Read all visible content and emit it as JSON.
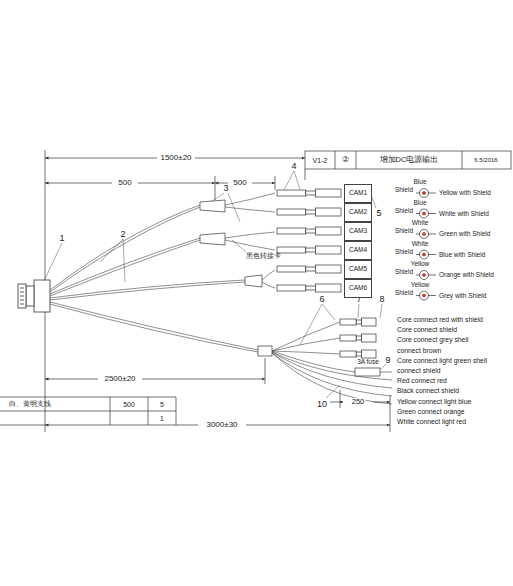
{
  "diagram": {
    "nodes": [
      {
        "text": [
          "CAM1"
        ]
      },
      {
        "text": [
          "CAM2"
        ]
      },
      {
        "text": [
          "CAM3"
        ]
      },
      {
        "text": [
          "CAM4"
        ]
      },
      {
        "text": [
          "CAM5"
        ]
      },
      {
        "text": [
          "CAM6"
        ]
      }
    ],
    "labels": [
      "1500±20",
      "500",
      "500",
      "1",
      "2",
      "3",
      "4",
      "5",
      "黑色转接卡",
      "6",
      "7",
      "8",
      "9",
      "10",
      "2500±20",
      "250",
      "3000±30",
      "3A fuse",
      "V1-2",
      "②",
      "增加DC电源输出",
      "6.5/2016",
      "白、黄明支线",
      "500",
      "5",
      "1",
      "Blue",
      "Shield",
      "Yellow with Shield",
      "Blue",
      "Shield",
      "White with Shield",
      "White",
      "Shield",
      "Green with Shield",
      "White",
      "Shield",
      "Blue with Shield",
      "Yellow",
      "Shield",
      "Orange with Shield",
      "Yellow",
      "Shield",
      "Grey with Shield",
      "Core connect red with shield",
      "Core connect shield",
      "Core connect grey shell",
      "connect brown",
      "Core connect light green shell",
      "connect shield",
      "Red connect red",
      "Black connect shield",
      "Yellow connect light blue",
      "Green connect orange",
      "White connect light red"
    ]
  }
}
